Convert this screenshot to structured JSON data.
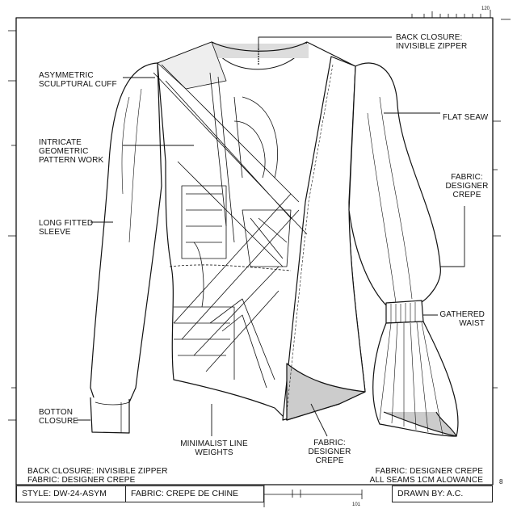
{
  "callouts": {
    "back_closure": [
      "BACK CLOSURE:",
      "INVISIBLE ZIPPER"
    ],
    "asym_cuff": [
      "ASYMMETRIC",
      "SCULPTURAL CUFF"
    ],
    "flat_seam": "FLAT SEAW",
    "geometric": [
      "INTRICATE",
      "GEOMETRIC",
      "PATTERN WORK"
    ],
    "fabric_right": [
      "FABRIC:",
      "DESIGNER",
      "CREPE"
    ],
    "long_sleeve": [
      "LONG FITTED",
      "SLEEVE"
    ],
    "gathered_waist": [
      "GATHERED",
      "WAIST"
    ],
    "button_closure": [
      "BOTTON",
      "CLOSURE"
    ],
    "minimalist": [
      "MINIMALIST LINE",
      "WEIGHTS"
    ],
    "fabric_bottom": [
      "FABRIC:",
      "DESIGNER",
      "CREPE"
    ]
  },
  "notes": {
    "left": [
      "BACK CLOSURE: INVISIBLE ZIPPER",
      "FABRIC: DESIGNER CREPE"
    ],
    "right": [
      "FABRIC: DESIGNER CREPE",
      "ALL SEAMS 1CM ALOWANCE"
    ]
  },
  "title_block": {
    "style": "STYLE: DW-24-ASYM",
    "fabric": "FABRIC: CREPE DE CHINE",
    "drawn_by": "DRAWN BY: A.C."
  },
  "ruler": {
    "top_mark": "120",
    "bottom_mark": "101",
    "side_mark": "8"
  }
}
